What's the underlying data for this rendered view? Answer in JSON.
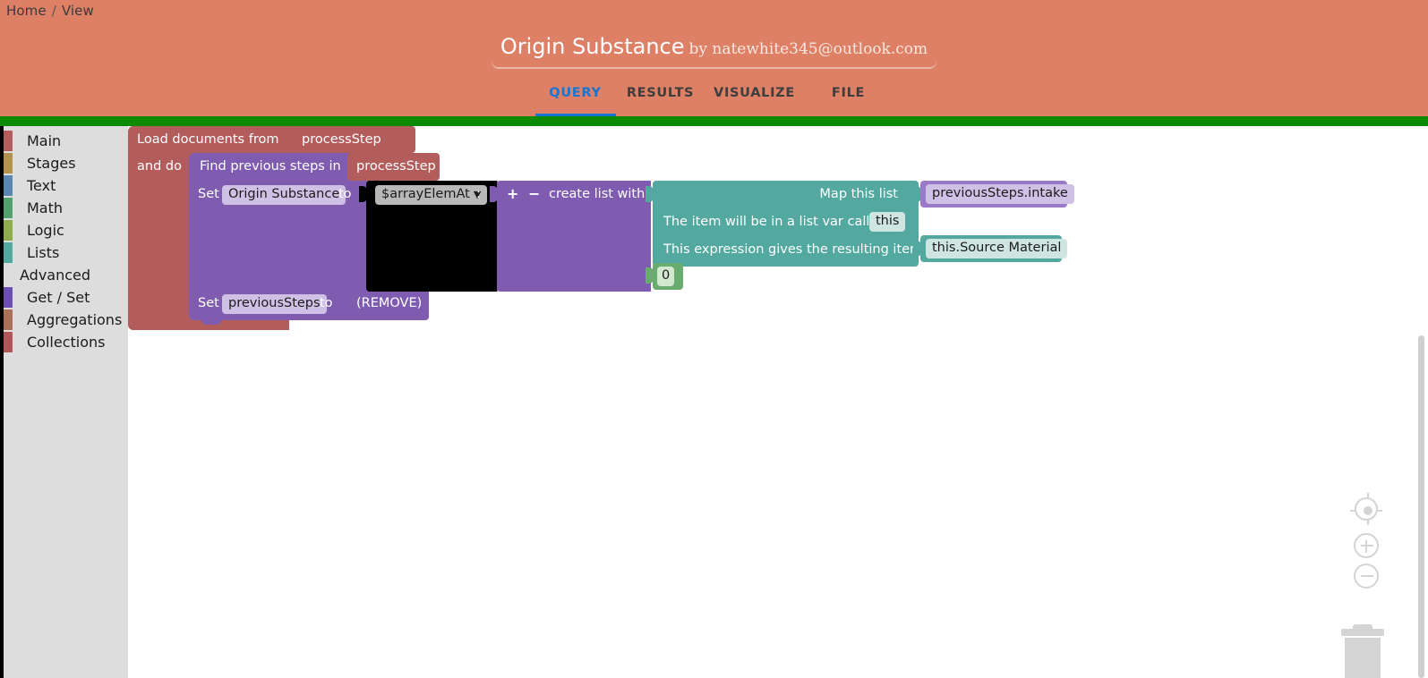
{
  "header": {
    "breadcrumb": {
      "home": "Home",
      "separator": "/",
      "current": "View"
    },
    "title": "Origin Substance",
    "by_text": "by natewhite345@outlook.com",
    "tabs": [
      {
        "label": "QUERY",
        "active": true
      },
      {
        "label": "RESULTS",
        "active": false
      },
      {
        "label": "VISUALIZE",
        "active": false
      },
      {
        "label": "FILE",
        "active": false
      }
    ],
    "bg_color": "#dd8066",
    "accent_color": "#1675d1",
    "rule_color": "#0b8a00"
  },
  "sidebar": {
    "items": [
      {
        "label": "Main",
        "color": "#b35c5c",
        "header": false
      },
      {
        "label": "Stages",
        "color": "#b3914f",
        "header": false
      },
      {
        "label": "Text",
        "color": "#5b86ad",
        "header": false
      },
      {
        "label": "Math",
        "color": "#52a06c",
        "header": false
      },
      {
        "label": "Logic",
        "color": "#8fad4f",
        "header": false
      },
      {
        "label": "Lists",
        "color": "#53a8a0",
        "header": false
      },
      {
        "label": "Advanced",
        "color": "",
        "header": true
      },
      {
        "label": "Get / Set",
        "color": "#6b4fb3",
        "header": false
      },
      {
        "label": "Aggregations",
        "color": "#a9705a",
        "header": false
      },
      {
        "label": "Collections",
        "color": "#b3545a",
        "header": false
      }
    ]
  },
  "workspace": {
    "colors": {
      "main": "#b35c5c",
      "getset": "#7f5cb0",
      "lists": "#53a8a0",
      "math": "#6aab6f",
      "black": "#000000",
      "field_light": "#cfc0e5",
      "field_teal": "#cfe5e2",
      "field_gray": "#b8b8b8",
      "field_green": "#d3e8d1"
    },
    "blocks": {
      "load_documents": {
        "label": "Load documents from",
        "collection": "processStep",
        "and_do": "and do"
      },
      "find_previous": {
        "label": "Find previous steps in",
        "collection": "processStep"
      },
      "set_origin": {
        "set": "Set",
        "variable": "Origin Substance",
        "to": "to"
      },
      "array_elem_at": {
        "operator": "$arrayElemAt",
        "dropdown_arrow": "▼",
        "colon": ":"
      },
      "create_list": {
        "plus": "+",
        "minus": "−",
        "label": "create list with"
      },
      "map_list": {
        "line1": "Map this list",
        "line2": "The item will be in a list var called",
        "var_field": "this",
        "line3": "This expression gives the resulting item",
        "input_list": "previousSteps.intake",
        "result_expr": "this.Source Material"
      },
      "index_number": {
        "value": "0"
      },
      "set_previous": {
        "set": "Set",
        "variable": "previousSteps",
        "to": "to",
        "value": "(REMOVE)"
      }
    }
  },
  "controls": {
    "center_icon": "target-icon",
    "zoom_in_icon": "plus-icon",
    "zoom_out_icon": "minus-icon",
    "trash_icon": "trash-icon"
  }
}
